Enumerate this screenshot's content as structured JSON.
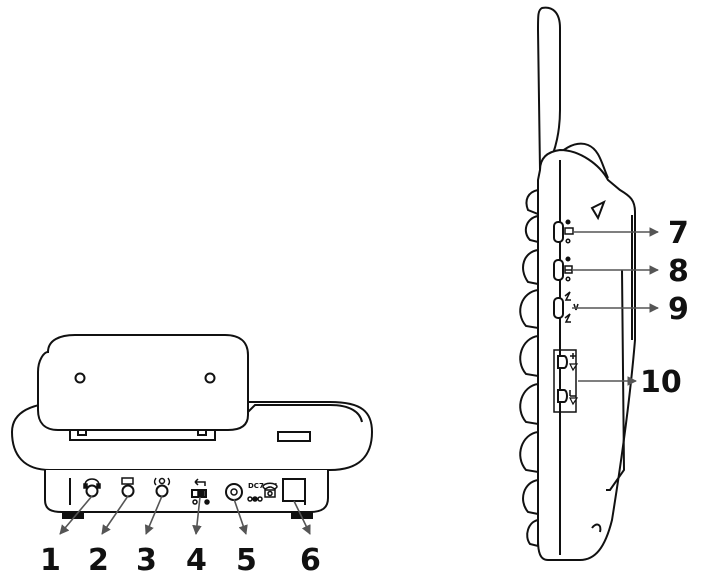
{
  "colors": {
    "ink": "#111111",
    "paper": "#ffffff",
    "lead": "#555555"
  },
  "callouts": {
    "c1": "1",
    "c2": "2",
    "c3": "3",
    "c4": "4",
    "c5": "5",
    "c6": "6",
    "c7": "7",
    "c8": "8",
    "c9": "9",
    "c10": "10"
  },
  "port_labels": {
    "dc": "DC7.5V"
  },
  "icons": {
    "port1": "headset-jack-icon",
    "port2": "aux-jack-icon",
    "port3": "flash-indicator-jack-icon",
    "port4": "switch-icon",
    "port5": "dc-power-jack-icon",
    "port6": "phone-line-jack-icon",
    "side7": "hands-free-switch-icon",
    "side8": "ringer-switch-icon",
    "side9": "tone-pulse-switch-icon",
    "side10": "volume-up-down-icon"
  }
}
